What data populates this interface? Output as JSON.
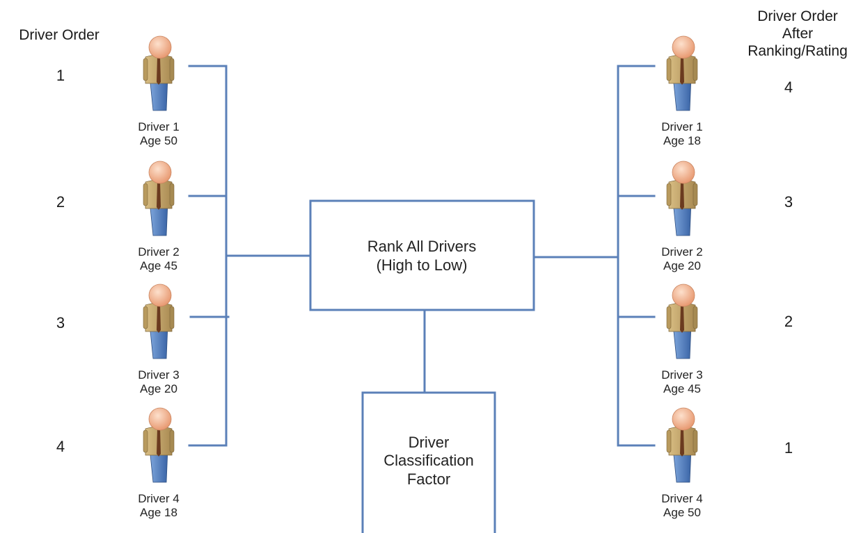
{
  "left_header": "Driver Order",
  "right_header": [
    "Driver Order",
    "After",
    "Ranking/Rating"
  ],
  "left_column": [
    {
      "order": "1",
      "name": "Driver 1",
      "age": "Age 50"
    },
    {
      "order": "2",
      "name": "Driver 2",
      "age": "Age 45"
    },
    {
      "order": "3",
      "name": "Driver 3",
      "age": "Age 20"
    },
    {
      "order": "4",
      "name": "Driver 4",
      "age": "Age 18"
    }
  ],
  "right_column": [
    {
      "order": "4",
      "name": "Driver 1",
      "age": "Age 18"
    },
    {
      "order": "3",
      "name": "Driver 2",
      "age": "Age 20"
    },
    {
      "order": "2",
      "name": "Driver 3",
      "age": "Age 45"
    },
    {
      "order": "1",
      "name": "Driver 4",
      "age": "Age 50"
    }
  ],
  "rank_box": [
    "Rank All Drivers",
    "(High to Low)"
  ],
  "factor_box": [
    "Driver",
    "Classification",
    "Factor"
  ],
  "colors": {
    "line": "#5b80b8",
    "skin": "#f2b58f",
    "shirt": "#c7a86c",
    "pants": "#4f80c2",
    "tie": "#6b3a1f"
  }
}
